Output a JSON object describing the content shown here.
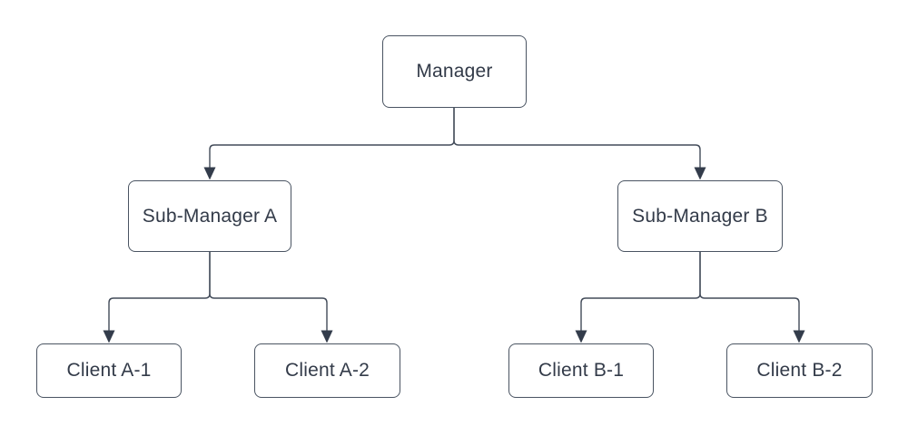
{
  "diagram": {
    "type": "org-chart",
    "background": "#ffffff",
    "colors": {
      "node_fill": "#ffffff",
      "node_border": "#4a5462",
      "text": "#333b49",
      "connector": "#424b59",
      "arrowhead": "#333c4b"
    },
    "nodes": [
      {
        "id": "manager",
        "label": "Manager"
      },
      {
        "id": "sub-a",
        "label": "Sub-Manager A"
      },
      {
        "id": "sub-b",
        "label": "Sub-Manager B"
      },
      {
        "id": "client-a1",
        "label": "Client A-1"
      },
      {
        "id": "client-a2",
        "label": "Client A-2"
      },
      {
        "id": "client-b1",
        "label": "Client B-1"
      },
      {
        "id": "client-b2",
        "label": "Client B-2"
      }
    ],
    "edges": [
      {
        "from": "manager",
        "to": "sub-a"
      },
      {
        "from": "manager",
        "to": "sub-b"
      },
      {
        "from": "sub-a",
        "to": "client-a1"
      },
      {
        "from": "sub-a",
        "to": "client-a2"
      },
      {
        "from": "sub-b",
        "to": "client-b1"
      },
      {
        "from": "sub-b",
        "to": "client-b2"
      }
    ]
  }
}
